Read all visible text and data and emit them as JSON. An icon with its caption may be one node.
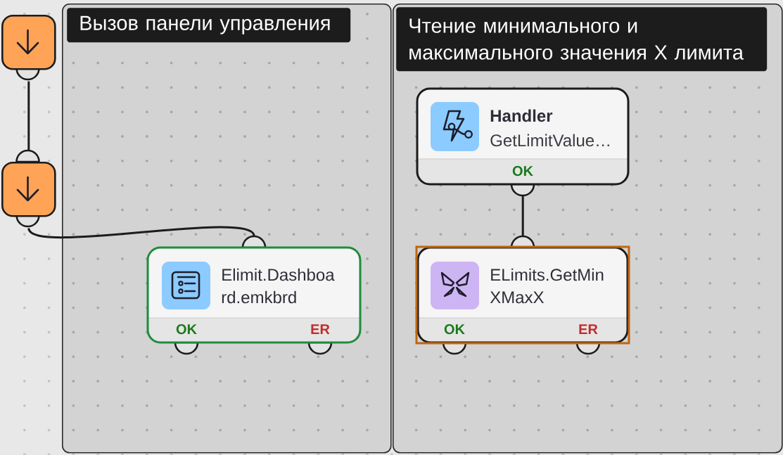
{
  "diagram": {
    "nodes": [
      {
        "text": [
          "Вызов панели управления"
        ]
      },
      {
        "text": [
          "Чтение минимального и максимального значения X лимита"
        ]
      },
      {
        "text": [],
        "shape": "box"
      },
      {
        "text": [],
        "shape": "box"
      },
      {
        "text": [
          "Elimit.Dashboard.emkbrd",
          "OK",
          "ER"
        ],
        "in": 0
      },
      {
        "text": [
          "Handler",
          "GetLimitValue…",
          "OK"
        ],
        "in": 1
      },
      {
        "text": [
          "ELimits.GetMinXMaxX",
          "OK",
          "ER"
        ],
        "in": 1
      }
    ],
    "edges": [
      {
        "from": 2,
        "to": 3,
        "arrow": "none"
      },
      {
        "from": 3,
        "to": 4,
        "arrow": "none"
      },
      {
        "from": 5,
        "to": 6,
        "arrow": "none"
      }
    ]
  }
}
